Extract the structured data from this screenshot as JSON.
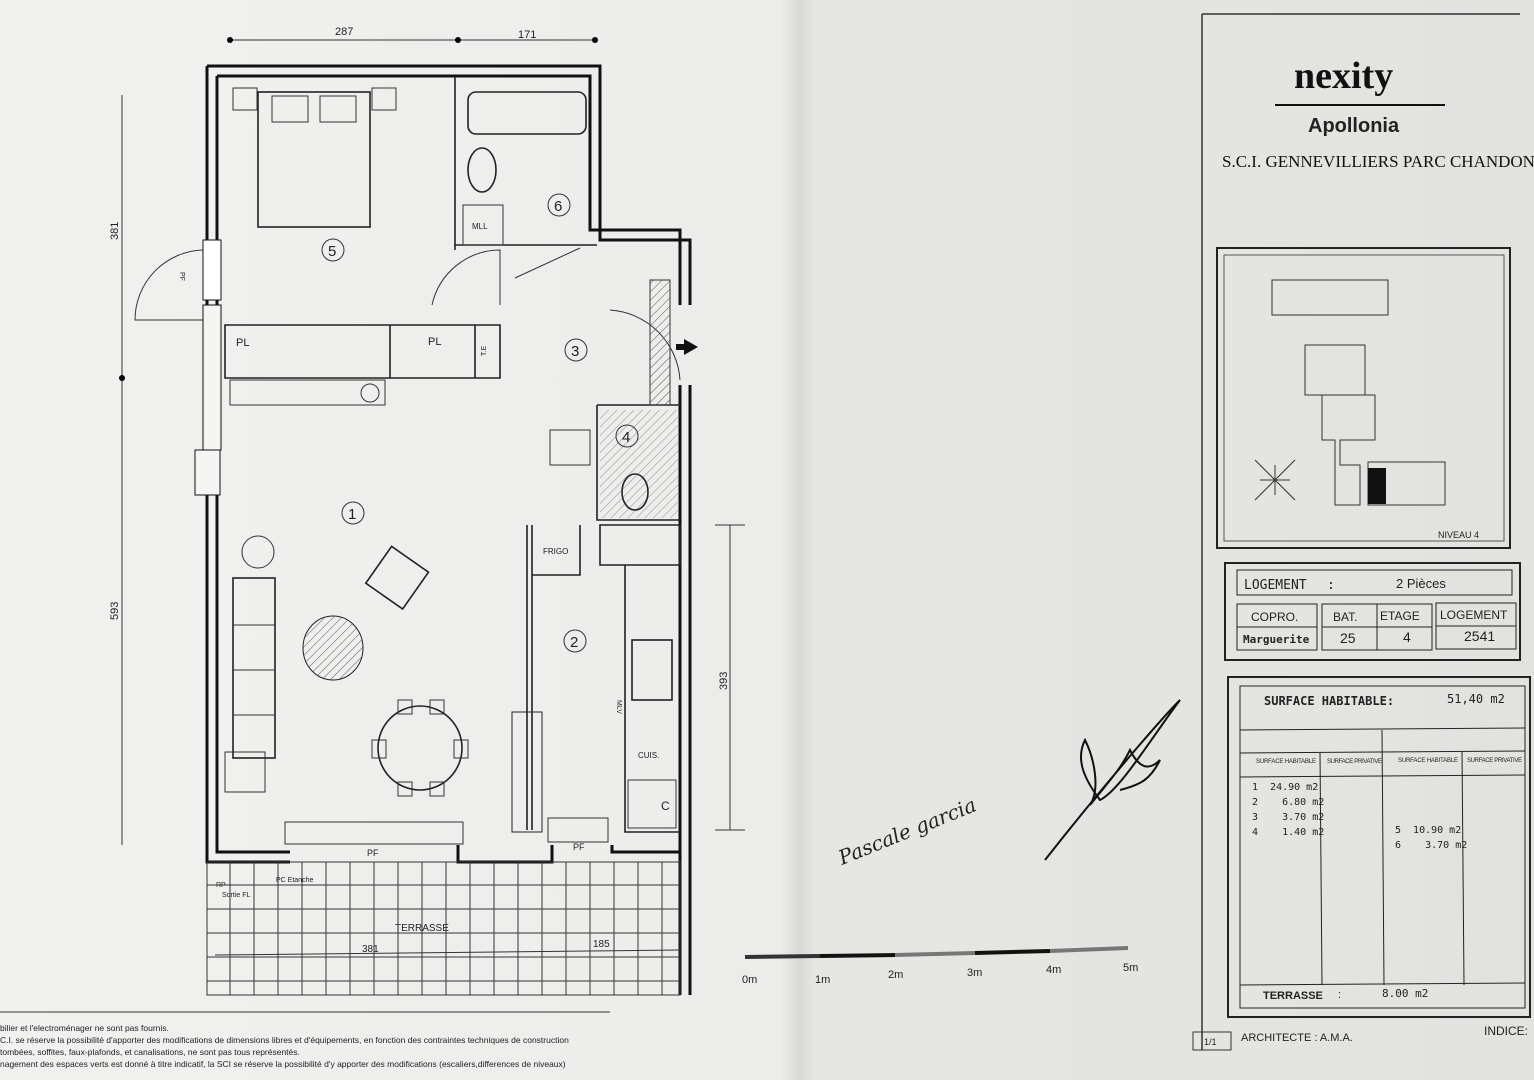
{
  "plan": {
    "dimensions": {
      "top_left": "287",
      "top_right": "171",
      "left_upper": "381",
      "left_lower": "593",
      "right": "393",
      "terrace_left": "381",
      "terrace_right": "185"
    },
    "rooms": [
      "1",
      "2",
      "3",
      "4",
      "5",
      "6"
    ],
    "labels": {
      "pl1": "PL",
      "pl2": "PL",
      "te": "T.E",
      "mll": "MLL",
      "frigo": "FRIGO",
      "mlv": "MLV",
      "cuis": "CUIS.",
      "pf_left": "PF",
      "pf1": "PF",
      "pf2": "PF",
      "rp": "RP",
      "sortie": "Sortie FL",
      "pc": "PC Etanche",
      "terrasse": "TERRASSE",
      "c": "C"
    },
    "scale": [
      "0m",
      "1m",
      "2m",
      "3m",
      "4m",
      "5m"
    ],
    "notes": [
      "bilier et l'electroménager ne sont pas fournis.",
      "C.I. se réserve la possibilité d'apporter des modifications de dimensions libres et d'équipements, en fonction des contraintes techniques de construction",
      "tombées, soffites, faux-plafonds, et canalisations, ne sont pas tous représentés.",
      "nagement des espaces verts est donné à titre indicatif, la SCI se réserve la possibilité d'y apporter des modifications (escaliers,differences de niveaux)"
    ],
    "signature_text": "Pascale garcia"
  },
  "title_block": {
    "brand": "nexity",
    "program": "Apollonia",
    "company": "S.C.I. GENNEVILLIERS PARC CHANDON",
    "level": "NIVEAU 4",
    "logement_label": "LOGEMENT",
    "logement_sep": ":",
    "logement_type": "2 Pièces",
    "headers": [
      "COPRO.",
      "BAT.",
      "ETAGE",
      "LOGEMENT"
    ],
    "values": [
      "Marguerite",
      "25",
      "4",
      "2541"
    ],
    "surface_label": "SURFACE HABITABLE:",
    "surface_total": "51,40 m2",
    "col_headers": [
      "SURFACE HABITABLE",
      "SURFACE PRIVATIVE",
      "SURFACE HABITABLE",
      "SURFACE PRIVATIVE"
    ],
    "areas_left": [
      "1  24.90 m2",
      "2    6.80 m2",
      "3    3.70 m2",
      "4    1.40 m2"
    ],
    "areas_right": [
      "5  10.90 m2",
      "6    3.70 m2"
    ],
    "terrasse_label": "TERRASSE",
    "terrasse_sep": ":",
    "terrasse_value": "8.00 m2",
    "page": "1/1",
    "architect": "ARCHITECTE :  A.M.A.",
    "indice": "INDICE:"
  }
}
